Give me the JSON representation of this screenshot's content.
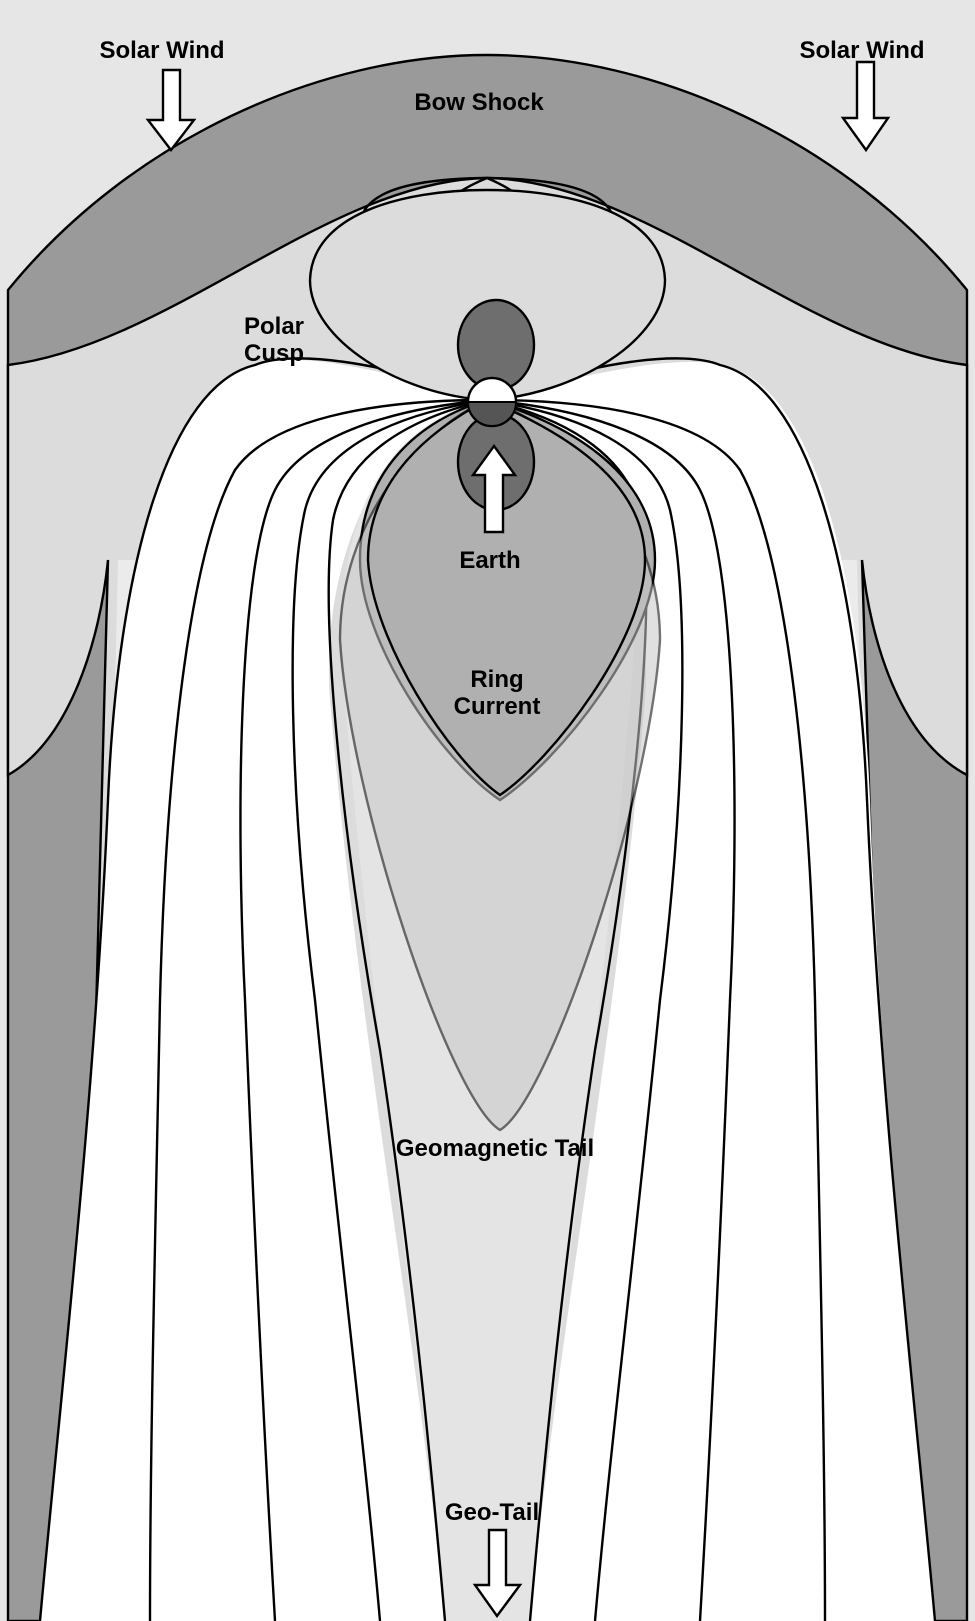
{
  "labels": {
    "solar_wind_left": "Solar Wind",
    "solar_wind_right": "Solar Wind",
    "bow_shock": "Bow Shock",
    "polar_cusp_line1": "Polar",
    "polar_cusp_line2": "Cusp",
    "earth": "Earth",
    "ring_current_line1": "Ring",
    "ring_current_line2": "Current",
    "geomagnetic_tail": "Geomagnetic Tail",
    "geo_tail": "Geo-Tail"
  },
  "colors": {
    "background": "#e6e6e6",
    "bow_shock_band": "#9a9a9a",
    "magnetosphere_inner": "#dcdcdc",
    "field_line_region": "#ffffff",
    "ring_current": "#b0b0b0",
    "lobes": "#6e6e6e",
    "outline": "#000000"
  }
}
